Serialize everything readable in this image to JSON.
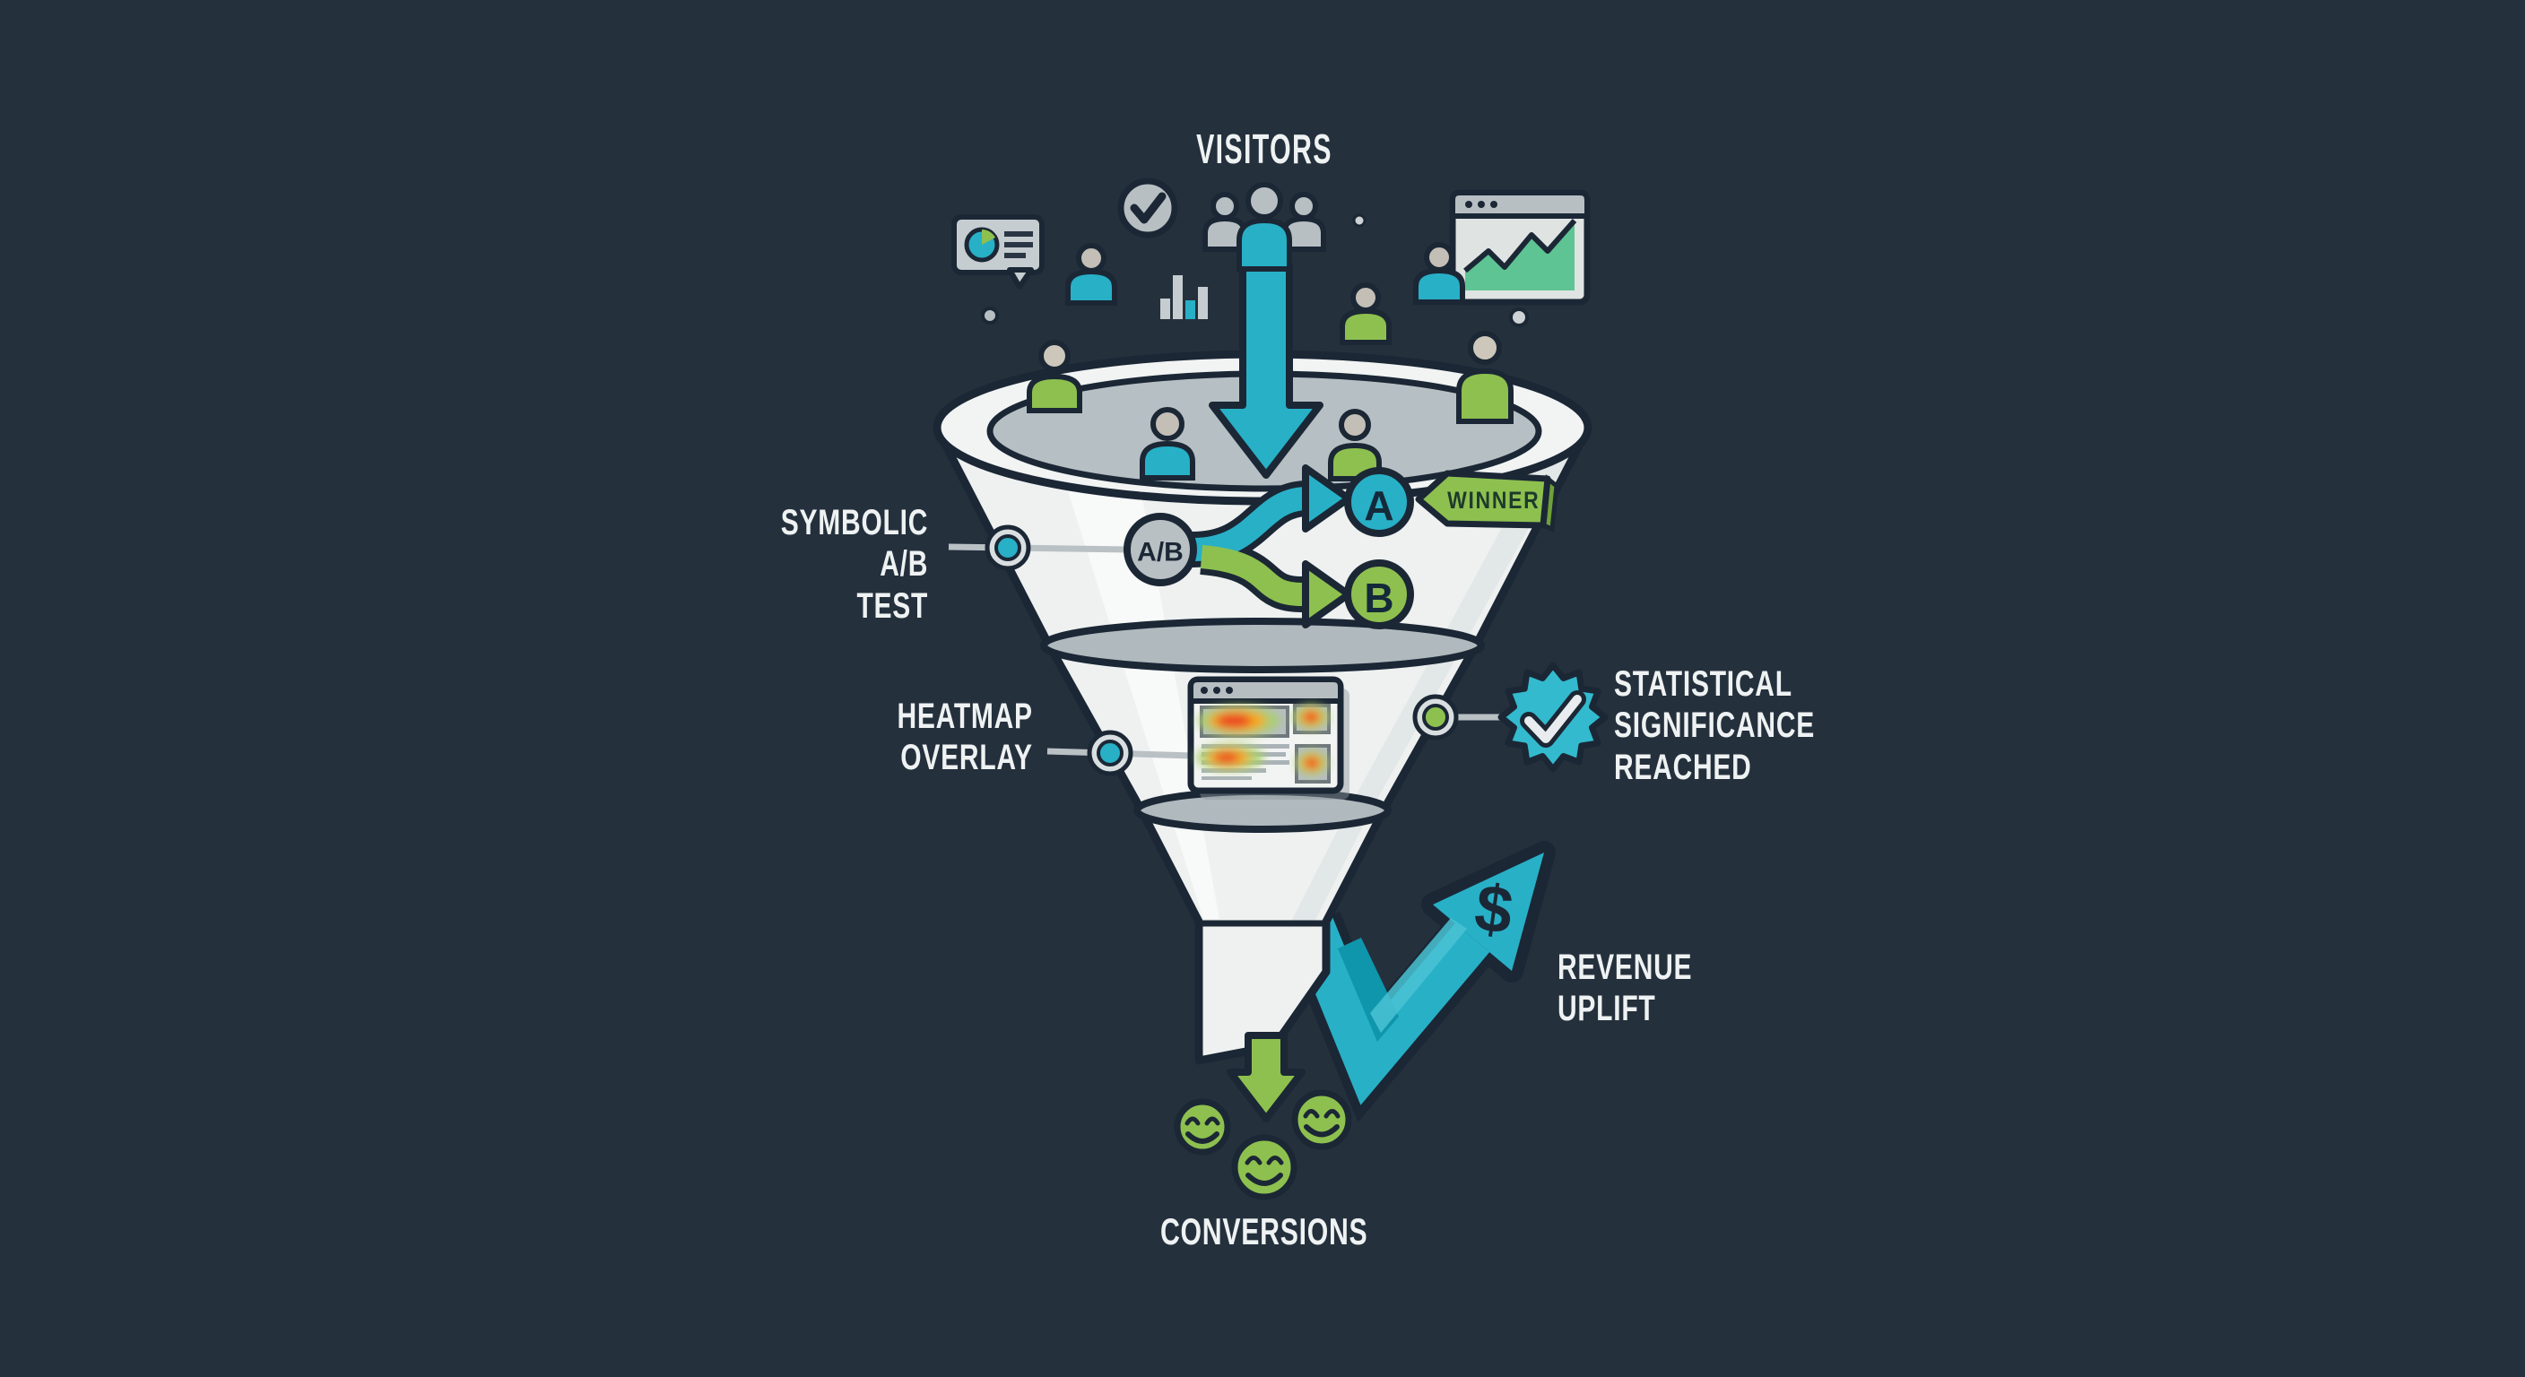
{
  "labels": {
    "visitors": "VISITORS",
    "symbolic_ab_test": "SYMBOLIC\nA/B\nTEST",
    "heatmap_overlay": "HEATMAP\nOVERLAY",
    "statistical_significance": "STATISTICAL\nSIGNIFICANCE\nREACHED",
    "winner": "WINNER",
    "revenue_uplift": "REVENUE\nUPLIFT",
    "conversions": "CONVERSIONS"
  },
  "nodes": {
    "ab_node": "A/B",
    "variant_a": "A",
    "variant_b": "B",
    "dollar": "$"
  },
  "colors": {
    "background": "#25303d",
    "outline": "#1b2735",
    "teal": "#28b0c7",
    "teal_dark": "#0f96ac",
    "green": "#8ec04f",
    "funnel_white": "#eef1f0",
    "gray_light": "#b7bfc3",
    "heat_red": "#ea4323",
    "heat_orange": "#f6a81f",
    "heat_halo_green": "#a8cf6d",
    "label_text": "#eef2f2"
  },
  "icons": {
    "crowd": "group of visitor silhouettes",
    "check_circle": "gray circle with checkmark",
    "bar_chart": "mini bar chart",
    "chat_pie": "speech bubble with pie chart",
    "browser_chart": "browser window with growth area chart",
    "down_arrow": "teal arrow into funnel",
    "ab_split": "A/B branch with winner tag",
    "heatmap_window": "webpage thumbnail with heat blobs",
    "significance_badge": "teal seal with checkmark",
    "revenue_arrow": "teal check arrow rising with dollar",
    "conversion_arrow": "green arrow out of funnel",
    "smileys": "three green smiley faces"
  }
}
